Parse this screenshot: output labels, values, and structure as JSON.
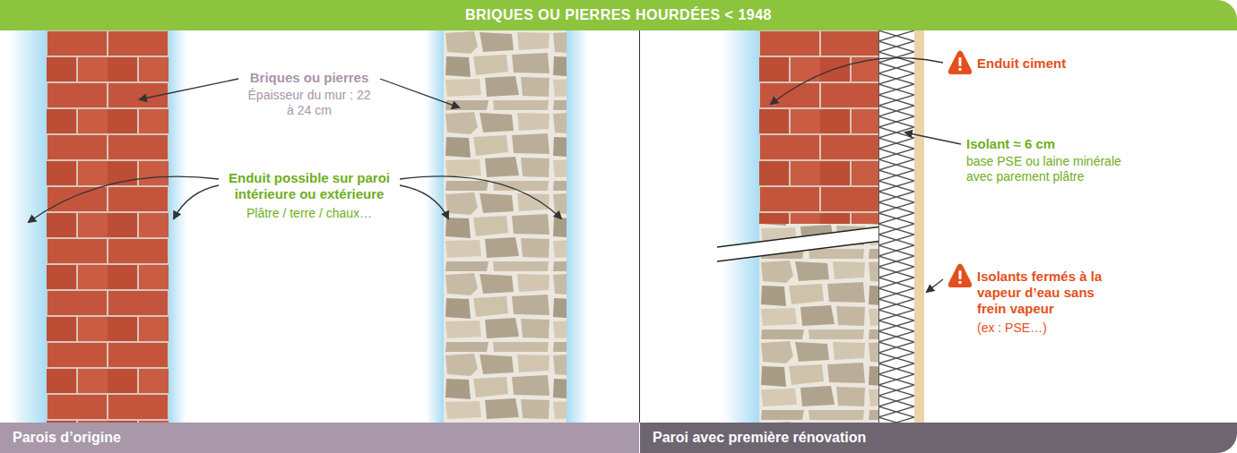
{
  "diagram": {
    "title": "BRIQUES OU PIERRES HOURDÉES < 1948",
    "nodes": [
      {
        "text": [
          "Parois d’origine"
        ]
      },
      {
        "text": [
          "Paroi avec première rénovation"
        ]
      }
    ],
    "labels": [
      "Briques ou pierres",
      "Épaisseur du mur : 22 à 24 cm",
      "Enduit possible sur paroi intérieure ou extérieure",
      "Plâtre / terre / chaux…",
      "Enduit ciment",
      "Isolant ≈ 6 cm",
      "base PSE ou laine minérale avec parement plâtre",
      "Isolants fermés à la vapeur d’eau sans frein vapeur",
      "(ex : PSE…)"
    ]
  }
}
